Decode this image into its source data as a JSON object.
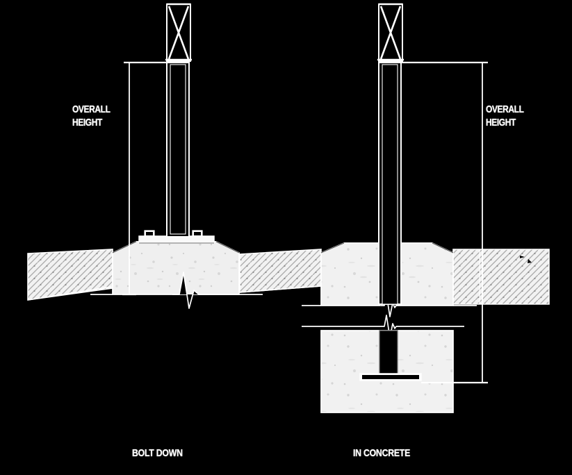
{
  "drawing": {
    "title_left_label": "OVERALL\nHEIGHT",
    "title_right_label": "OVERALL\nHEIGHT",
    "caption_left": "BOLT DOWN",
    "caption_right": "IN CONCRETE",
    "background_color": "#000000",
    "line_color": "#ffffff",
    "concrete_fill": "#f0f0f0",
    "hatch_fill": "#f2f2f2",
    "hatch_line_color": "#9a9a9a"
  },
  "details": [
    {
      "name": "bolt-down",
      "caption": "BOLT DOWN",
      "dimension_label": "OVERALL HEIGHT",
      "parts": [
        "post",
        "post-top-cross-brace",
        "base-plate",
        "anchor-bolt-left",
        "anchor-bolt-right",
        "concrete-plinth",
        "ground-hatch",
        "break-line"
      ]
    },
    {
      "name": "in-concrete",
      "caption": "IN CONCRETE",
      "dimension_label": "OVERALL HEIGHT",
      "parts": [
        "post",
        "post-top-cross-brace",
        "concrete-haunch",
        "buried-foundation-block",
        "post-base-plate",
        "ground-hatch",
        "break-line-upper",
        "break-line-lower"
      ]
    }
  ]
}
